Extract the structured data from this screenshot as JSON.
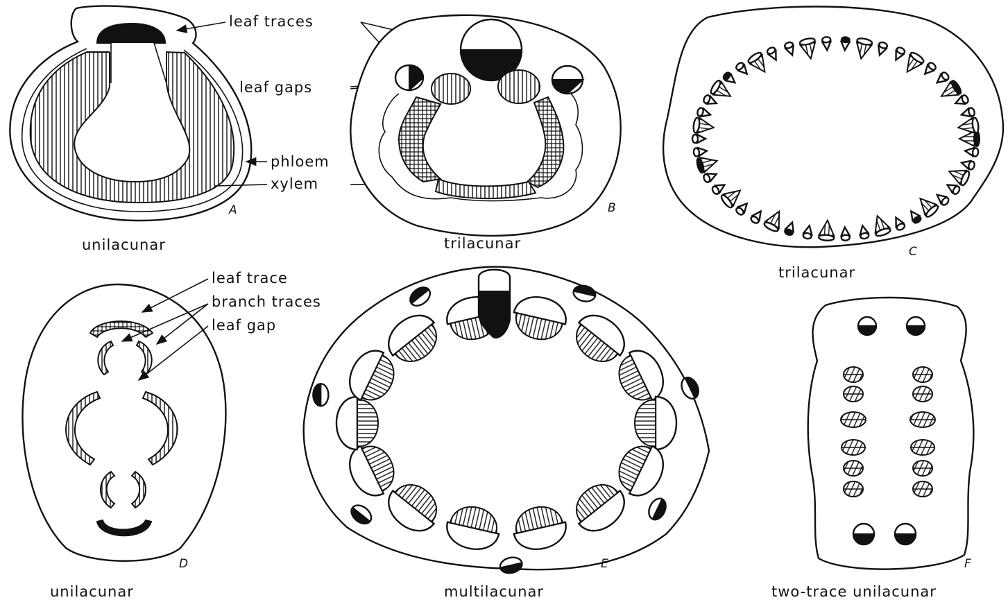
{
  "labels": {
    "leaf_traces": "leaf traces",
    "leaf_gaps": "leaf gaps",
    "phloem": "phloem",
    "xylem": "xylem",
    "leaf_trace": "leaf trace",
    "branch_traces": "branch traces",
    "leaf_gap": "leaf gap"
  },
  "panels": [
    {
      "letter": "A",
      "caption": "unilacunar"
    },
    {
      "letter": "B",
      "caption": "trilacunar"
    },
    {
      "letter": "C",
      "caption": "trilacunar"
    },
    {
      "letter": "D",
      "caption": "unilacunar"
    },
    {
      "letter": "E",
      "caption": "multilacunar"
    },
    {
      "letter": "F",
      "caption": "two-trace unilacunar"
    }
  ]
}
